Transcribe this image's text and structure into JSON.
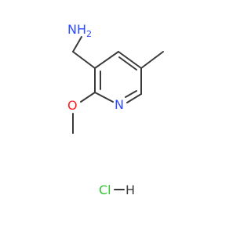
{
  "molecule": {
    "atoms": {
      "amine": "NH",
      "amine_sub": "2",
      "ring_nitrogen": "N",
      "methoxy_oxygen": "O",
      "salt": "HCl",
      "salt_chlorine": "Cl",
      "salt_hydrogen": "H"
    },
    "colors": {
      "bond": "#3a3a3a",
      "nitrogen": "#2d4bff",
      "oxygen": "#ff1e1e",
      "chlorine": "#33c233",
      "hydrogen": "#3a3a3a"
    }
  }
}
